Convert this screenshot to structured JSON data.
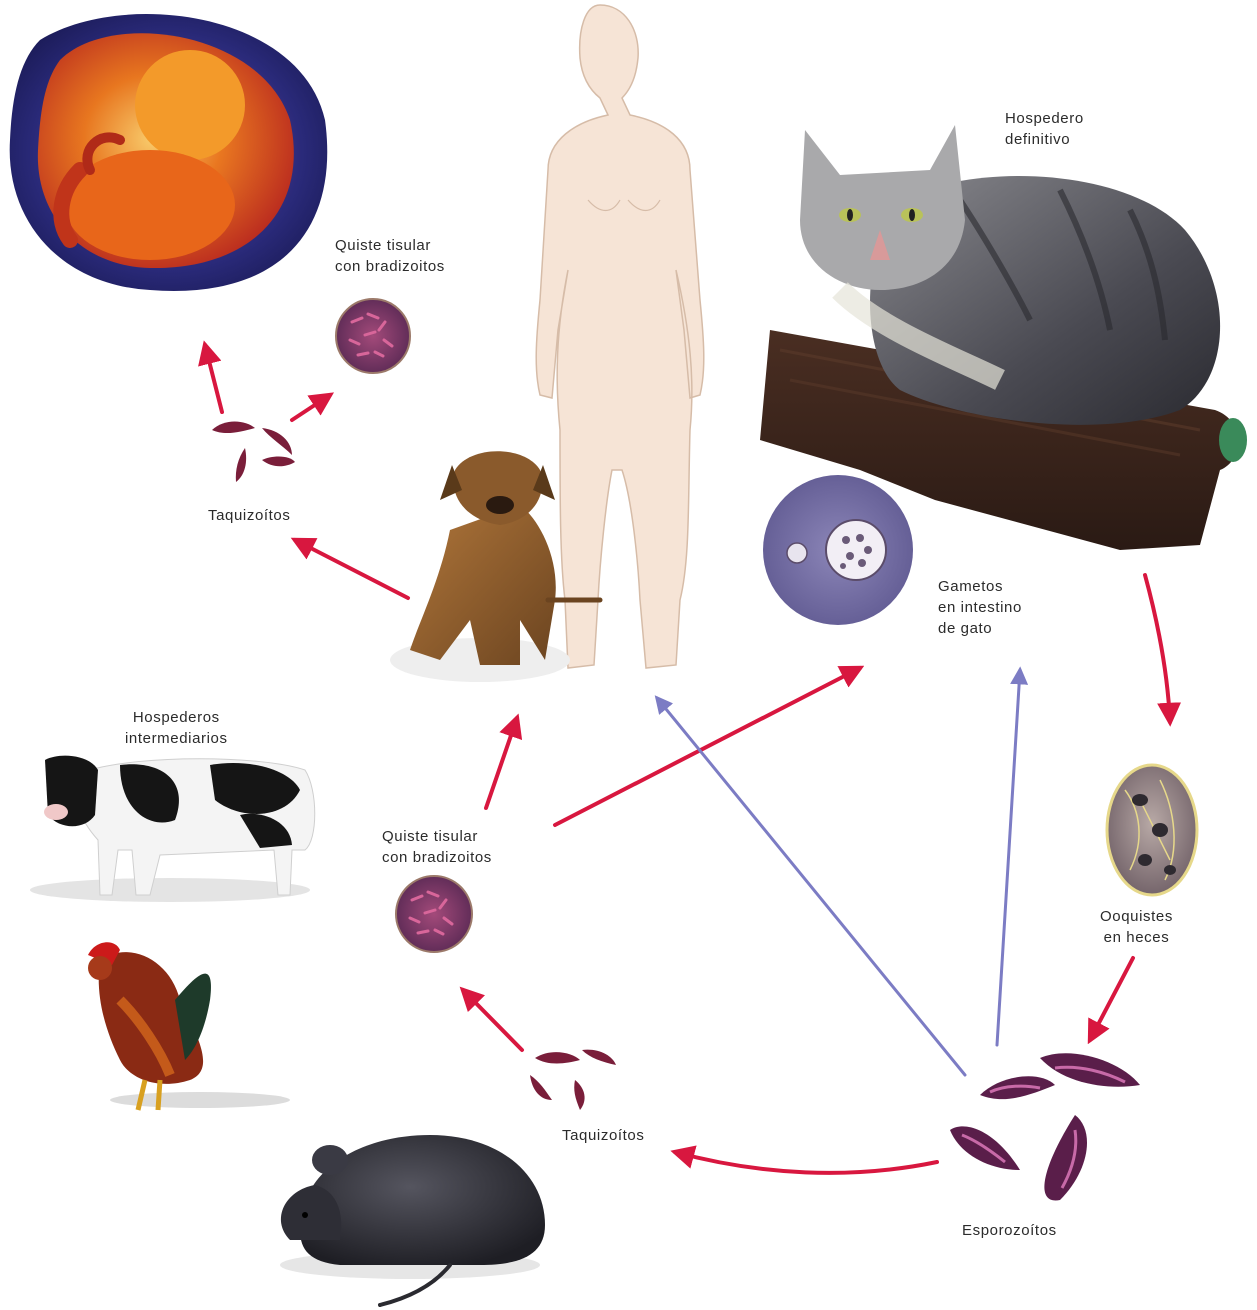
{
  "labels": {
    "hospedero_definitivo": [
      "Hospedero",
      "definitivo"
    ],
    "quiste_superior": [
      "Quiste tisular",
      "con bradizoitos"
    ],
    "taquizoitos_superior": "Taquizoítos",
    "gametos": [
      "Gametos",
      "en intestino",
      "de gato"
    ],
    "hospederos_intermediarios": [
      "Hospederos",
      "intermediarios"
    ],
    "quiste_inferior": [
      "Quiste tisular",
      "con bradizoitos"
    ],
    "ooquistes": [
      "Ooquistes",
      "en heces"
    ],
    "taquizoitos_inferior": "Taquizoítos",
    "esporozoitos": "Esporozoítos"
  },
  "colors": {
    "red_arrow": "#d8173f",
    "blue_arrow": "#7c7cc4",
    "skin": "#f6e4d6",
    "cell_purple": "#6a2f6e"
  },
  "icons": [
    "fetus-icon",
    "woman-figure-icon",
    "cat-icon",
    "log-icon",
    "dog-icon",
    "cow-icon",
    "rooster-icon",
    "mouse-icon",
    "tissue-cyst-icon",
    "gametes-icon",
    "oocyst-icon",
    "tachyzoites-icon",
    "sporozoites-icon"
  ]
}
